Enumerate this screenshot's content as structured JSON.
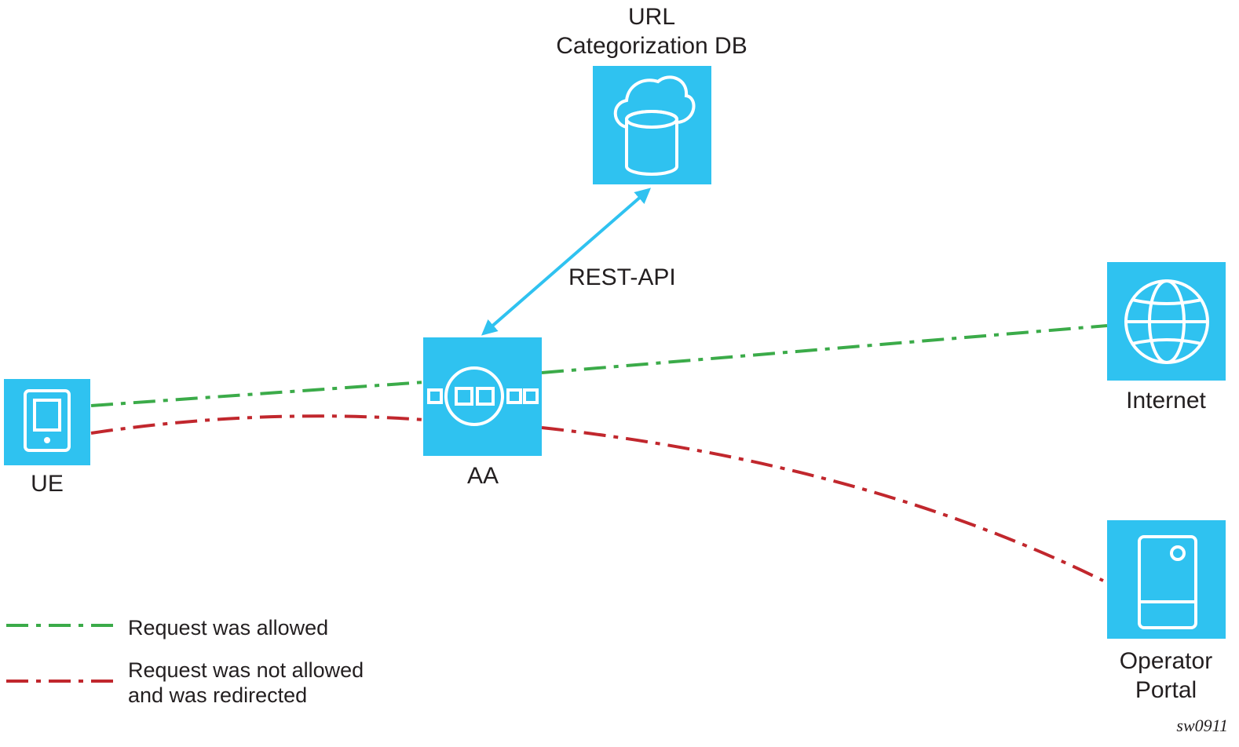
{
  "colors": {
    "node_fill": "#2fc2f0",
    "icon_stroke": "#ffffff",
    "api_link": "#2fc2f0",
    "allowed_path": "#3bab49",
    "redirected_path": "#c1272d",
    "text": "#231f20"
  },
  "nodes": {
    "db": {
      "label_line1": "URL",
      "label_line2": "Categorization DB",
      "icon": "cloud-database-icon"
    },
    "aa": {
      "label": "AA",
      "icon": "packet-inspection-icon"
    },
    "ue": {
      "label": "UE",
      "icon": "mobile-device-icon"
    },
    "internet": {
      "label": "Internet",
      "icon": "globe-icon"
    },
    "portal": {
      "label_line1": "Operator",
      "label_line2": "Portal",
      "icon": "server-icon"
    }
  },
  "links": {
    "api": {
      "label": "REST-API",
      "style": "solid-bidirectional"
    },
    "allowed": {
      "style": "dash-dot",
      "from": "UE",
      "via": "AA",
      "to": "Internet"
    },
    "redirected": {
      "style": "dash-dot",
      "from": "UE",
      "via": "AA",
      "to": "Operator Portal"
    }
  },
  "legend": {
    "allowed": "Request was allowed",
    "redirected_line1": "Request was not allowed",
    "redirected_line2": "and was redirected"
  },
  "figure_id": "sw0911"
}
